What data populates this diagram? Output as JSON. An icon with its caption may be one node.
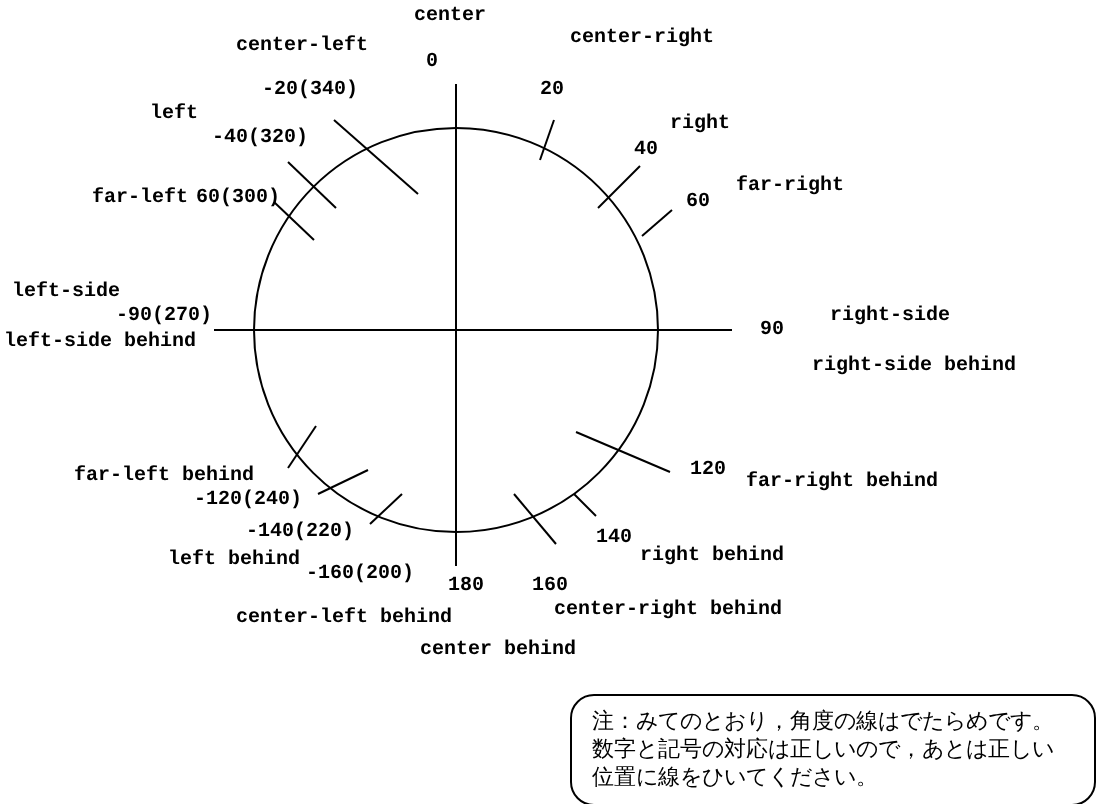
{
  "diagram": {
    "nodes": [
      {
        "text": [
          "注：みてのとおり，角度の線はでたらめです。数字と記号の対応は正しいので，あとは正しい位置に線をひいてください。"
        ]
      }
    ],
    "labels": [
      "center",
      "0",
      "center-left",
      "center-right",
      "-20(340)",
      "20",
      "left",
      "right",
      "-40(320)",
      "40",
      "far-right",
      "60",
      "far-left",
      "60(300)",
      "left-side",
      "right-side",
      "-90(270)",
      "90",
      "left-side behind",
      "right-side behind",
      "120",
      "far-right behind",
      "far-left behind",
      "-120(240)",
      "140",
      "-140(220)",
      "left behind",
      "right behind",
      "-160(200)",
      "180",
      "160",
      "center-right behind",
      "center-left behind",
      "center behind"
    ]
  }
}
